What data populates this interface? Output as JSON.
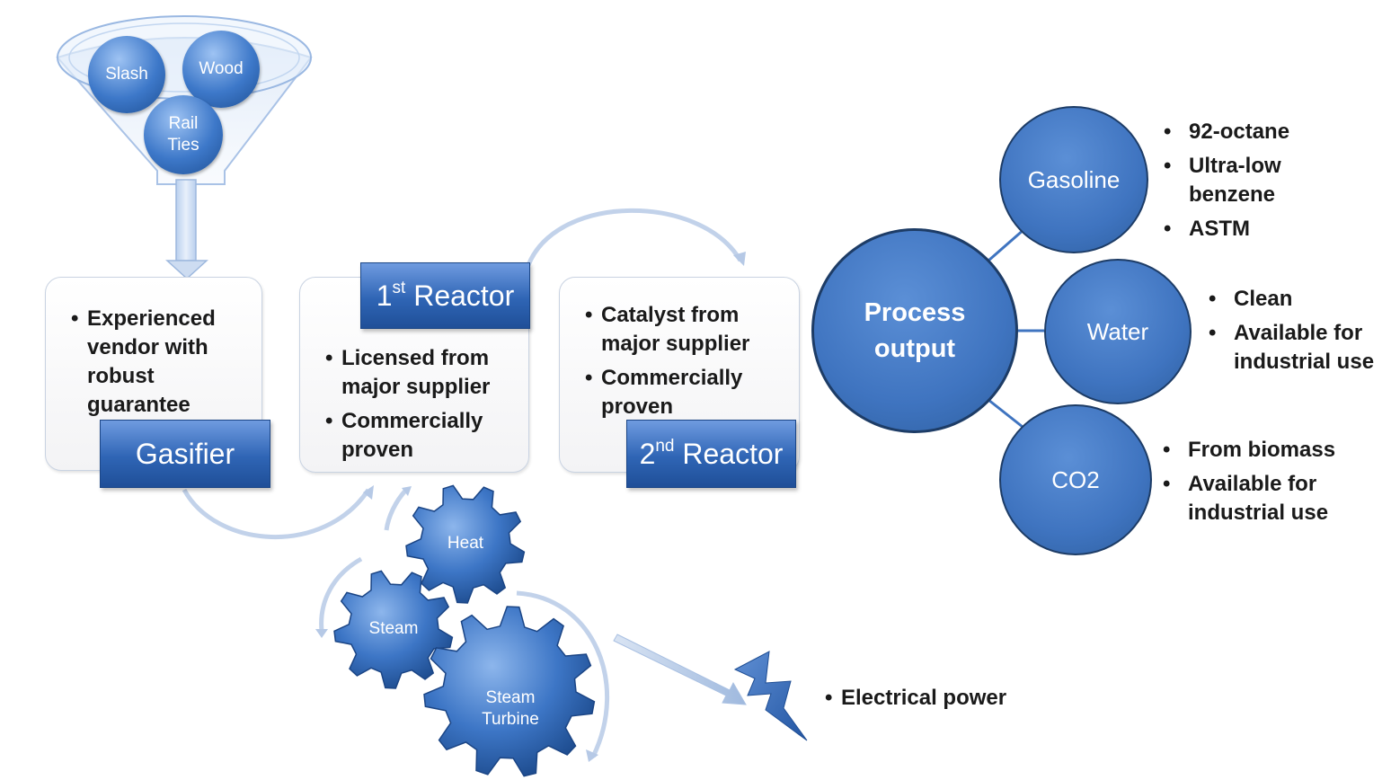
{
  "funnel": {
    "spheres": [
      {
        "id": "slash",
        "label": "Slash"
      },
      {
        "id": "wood",
        "label": "Wood"
      },
      {
        "id": "rail_ties",
        "label": "Rail\nTies"
      }
    ]
  },
  "gasifier": {
    "title": "Gasifier",
    "bullets": [
      "Experienced vendor with robust guarantee"
    ]
  },
  "reactor1": {
    "title_num": "1",
    "title_sup": "st",
    "title_rest": " Reactor",
    "bullets": [
      "Licensed from major supplier",
      "Commercially proven"
    ]
  },
  "reactor2": {
    "title_num": "2",
    "title_sup": "nd",
    "title_rest": " Reactor",
    "bullets": [
      "Catalyst from major supplier",
      "Commercially proven"
    ]
  },
  "gears": {
    "heat": "Heat",
    "steam": "Steam",
    "turbine": "Steam\nTurbine"
  },
  "power": {
    "bullet": "Electrical power"
  },
  "output": {
    "center": "Process\noutput",
    "products": [
      {
        "id": "gasoline",
        "label": "Gasoline",
        "bullets": [
          "92-octane",
          "Ultra-low benzene",
          "ASTM"
        ]
      },
      {
        "id": "water",
        "label": "Water",
        "bullets": [
          "Clean",
          "Available for industrial use"
        ]
      },
      {
        "id": "co2",
        "label": "CO2",
        "bullets": [
          "From biomass",
          "Available for industrial use"
        ]
      }
    ]
  },
  "colors": {
    "accent_blue": "#3f74c0",
    "dark_blue": "#1d3c66",
    "box_border": "#c9d3e2"
  }
}
